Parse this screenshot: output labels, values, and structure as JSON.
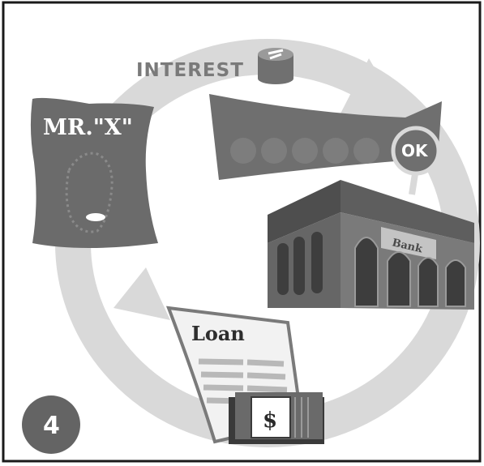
{
  "labels": {
    "interest": "INTEREST",
    "mr_x": "MR.\"X\"",
    "ok": "OK",
    "bank": "Bank",
    "loan": "Loan",
    "dollar": "$",
    "step": "4"
  },
  "colors": {
    "frame": "#1a1a1a",
    "cycle_arrow": "#d8d8d8",
    "dark_gray": "#6a6a6a",
    "mid_gray": "#8a8a8a"
  }
}
